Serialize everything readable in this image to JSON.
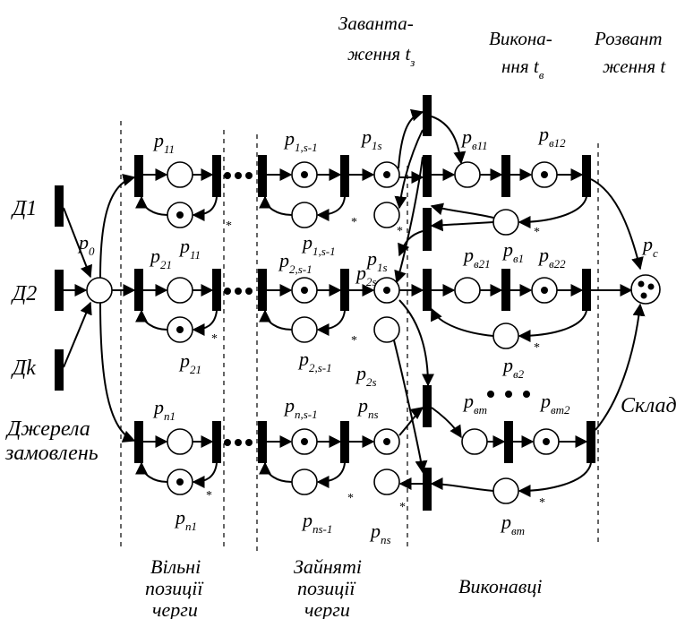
{
  "headers": {
    "loading_line1": "Заванта-",
    "loading_line2": "ження",
    "loading_t": "t",
    "loading_sub": "з",
    "exec_line1": "Викона-",
    "exec_line2": "ння",
    "exec_t": "t",
    "exec_sub": "в",
    "unload_line1": "Розвант",
    "unload_line2": "ження t"
  },
  "sources": {
    "d1": "Д1",
    "d2": "Д2",
    "dk": "Дk",
    "caption_line1": "Джерела",
    "caption_line2": "замовлень"
  },
  "places": {
    "p0": {
      "base": "p",
      "sub": "0"
    },
    "p11": {
      "base": "p",
      "sub": "11"
    },
    "p11b": {
      "base": "p",
      "sub": "11"
    },
    "p1s1": {
      "base": "p",
      "sub": "1,s-1"
    },
    "p1s1b": {
      "base": "p",
      "sub": "1,s-1"
    },
    "p1s": {
      "base": "p",
      "sub": "1s"
    },
    "p1sb": {
      "base": "p",
      "sub": "1s"
    },
    "pv11": {
      "base": "p",
      "sub": "в11"
    },
    "pv12": {
      "base": "p",
      "sub": "в12"
    },
    "p21": {
      "base": "p",
      "sub": "21"
    },
    "p21b": {
      "base": "p",
      "sub": "21"
    },
    "p2s1": {
      "base": "p",
      "sub": "2,s-1"
    },
    "p2s1b": {
      "base": "p",
      "sub": "2,s-1"
    },
    "p2s": {
      "base": "p",
      "sub": "2s"
    },
    "p2sb": {
      "base": "p",
      "sub": "2s"
    },
    "pv21": {
      "base": "p",
      "sub": "в21"
    },
    "pv1": {
      "base": "p",
      "sub": "в1"
    },
    "pv22": {
      "base": "p",
      "sub": "в22"
    },
    "pv2": {
      "base": "p",
      "sub": "в2"
    },
    "pc": {
      "base": "p",
      "sub": "c"
    },
    "pn1": {
      "base": "p",
      "sub": "n1"
    },
    "pn1b": {
      "base": "p",
      "sub": "n1"
    },
    "pns1": {
      "base": "p",
      "sub": "n,s-1"
    },
    "pns1b": {
      "base": "p",
      "sub": "ns-1"
    },
    "pns": {
      "base": "p",
      "sub": "ns"
    },
    "pnsb": {
      "base": "p",
      "sub": "ns"
    },
    "pvm": {
      "base": "p",
      "sub": "вm"
    },
    "pvm2": {
      "base": "p",
      "sub": "вm2"
    },
    "pvmb": {
      "base": "p",
      "sub": "вm"
    }
  },
  "sections": {
    "free_line1": "Вільні",
    "free_line2": "позиції",
    "free_line3": "черги",
    "busy_line1": "Зайняті",
    "busy_line2": "позиції",
    "busy_line3": "черги",
    "executors": "Виконавці",
    "warehouse": "Склад"
  },
  "marks": {
    "star": "*"
  }
}
